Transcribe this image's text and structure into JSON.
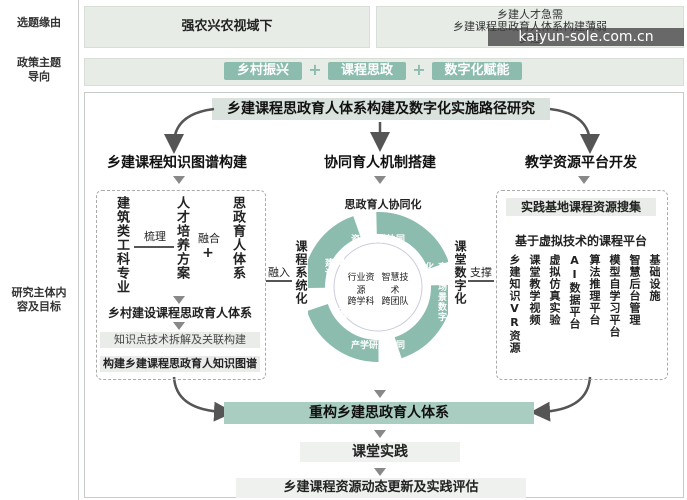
{
  "left_labels": {
    "background": "选题缘由",
    "policy": "政策主题\n导向",
    "research": "研究主体内\n容及目标"
  },
  "background_main": "强农兴农视域下",
  "background_lines": [
    "乡建人才急需",
    "乡建课程思政育人体系构建薄弱",
    "乡建"
  ],
  "watermark": "kaiyun-sole.com.cn",
  "policy_tags": [
    "乡村振兴",
    "课程思政",
    "数字化赋能"
  ],
  "plus": "+",
  "main_title": "乡建课程思政育人体系构建及数字化实施路径研究",
  "col_titles": [
    "乡建课程知识图谱构建",
    "协同育人机制搭建",
    "教学资源平台开发"
  ],
  "left_col": {
    "v1": "建筑类工科专业",
    "arrow_label": "梳理",
    "v2": "人才培养方案",
    "merge": "融合",
    "v3": "思政育人体系",
    "bar1": "乡村建设课程思政育人体系",
    "bar2": "知识点技术拆解及关联构建",
    "bar3": "构建乡建课程思政育人知识图谱",
    "embed": "融入"
  },
  "middle": {
    "top": "思政育人协同化",
    "left_v": "课程系统化",
    "right_v": "课堂数字化",
    "ring": [
      "资源开发协同",
      "育人场景数字化",
      "产学研用协同",
      "VR课程资源建设"
    ],
    "center": [
      "行业资源",
      "智慧技术",
      "跨学科",
      "跨团队"
    ]
  },
  "right_col": {
    "support": "支撑",
    "title1": "实践基地课程资源搜集",
    "title2": "基于虚拟技术的课程平台",
    "items": [
      "乡建知识VR资源",
      "课堂教学视频",
      "虚拟仿真实验",
      "AI数据平台",
      "算法推理平台",
      "模型自学习平台",
      "智慧后台管理",
      "基础设施"
    ]
  },
  "bottom": {
    "rebuild": "重构乡建思政育人体系",
    "practice": "课堂实践",
    "eval": "乡建课程资源动态更新及实践评估"
  }
}
